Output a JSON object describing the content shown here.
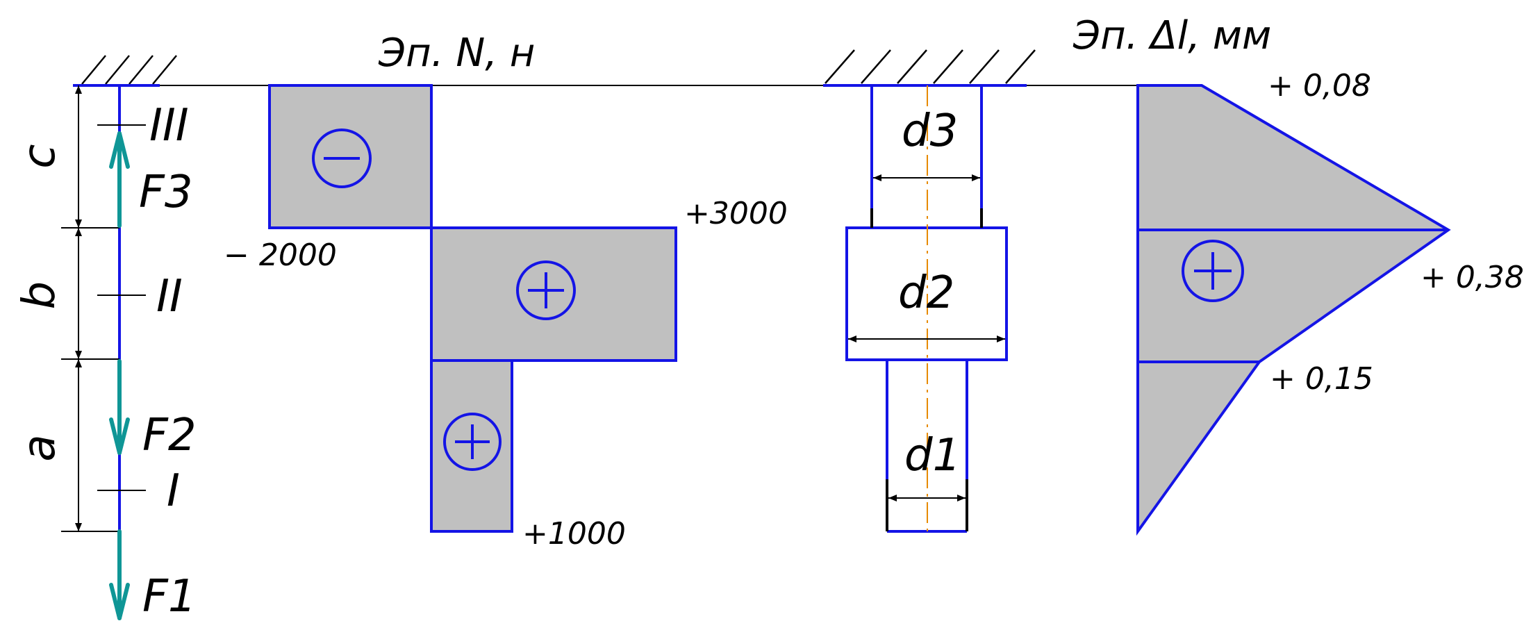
{
  "titles": {
    "n_diagram": "Эп. N, н",
    "dl_diagram": "Эп. Δl, мм"
  },
  "segments": {
    "c": "c",
    "b": "b",
    "a": "a"
  },
  "sections": {
    "s3": "III",
    "s2": "II",
    "s1": "I"
  },
  "forces": {
    "f3": "F3",
    "f2": "F2",
    "f1": "F1"
  },
  "n_values": {
    "top": "− 2000",
    "middle": "+3000",
    "bottom": "+1000"
  },
  "n_signs": {
    "top": "−",
    "middle": "+",
    "bottom": "+"
  },
  "diameters": {
    "d3": "d3",
    "d2": "d2",
    "d1": "d1"
  },
  "dl_values": {
    "top": "+ 0,08",
    "middle": "+ 0,38",
    "lower": "+ 0,15"
  },
  "dl_sign": "+",
  "colors": {
    "outline": "#1414e6",
    "fill": "#c0c0c0",
    "force_arrow": "#0f9696",
    "axis": "#e68a00"
  }
}
